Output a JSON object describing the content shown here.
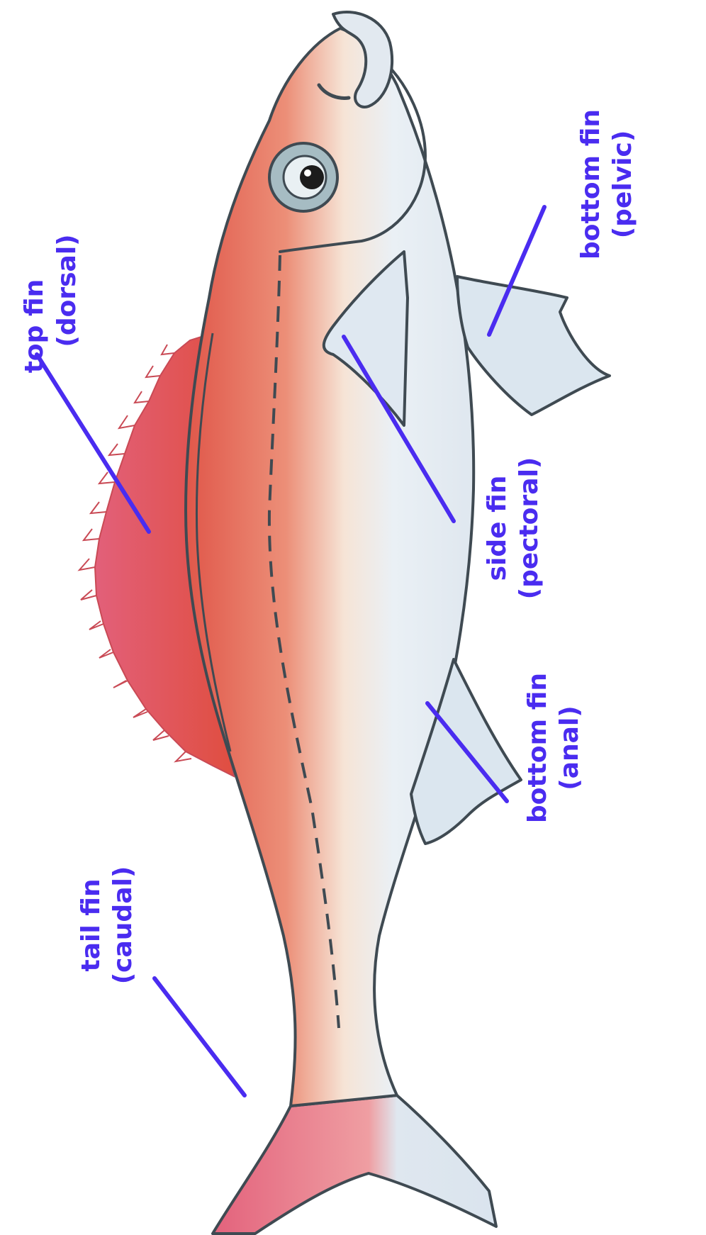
{
  "colors": {
    "label": "#4a2cf0",
    "pointer_line": "#4a2cf0",
    "outline": "#3f4a52",
    "body_light": "#e2e9f0",
    "body_red": "#e0574a",
    "fin_pink": "#e2607a",
    "fin_light": "#d9e4ee",
    "eye_ring": "#9fb8bf"
  },
  "labels": {
    "dorsal": {
      "line1": "top fin",
      "line2": "(dorsal)"
    },
    "pelvic": {
      "line1": "bottom fin",
      "line2": "(pelvic)"
    },
    "pectoral": {
      "line1": "side fin",
      "line2": "(pectoral)"
    },
    "anal": {
      "line1": "bottom fin",
      "line2": "(anal)"
    },
    "caudal": {
      "line1": "tail fin",
      "line2": "(caudal)"
    }
  }
}
